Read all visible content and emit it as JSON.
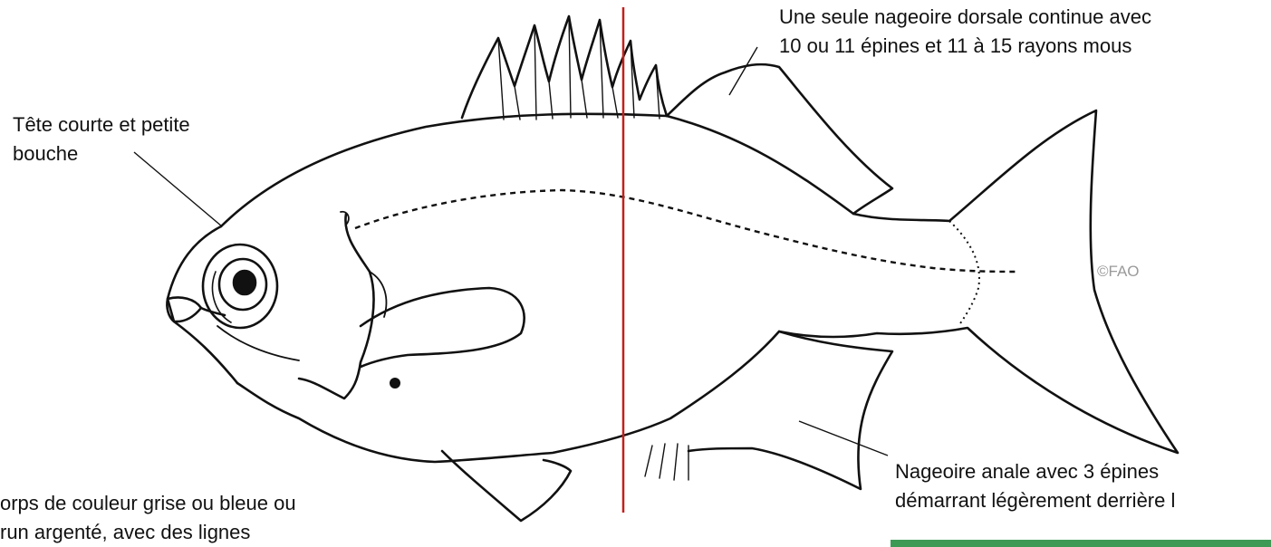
{
  "labels": {
    "head": [
      "Tête courte et petite",
      "bouche"
    ],
    "dorsal": [
      "Une seule nageoire dorsale continue avec",
      "10 ou 11 épines et 11 à 15 rayons mous"
    ],
    "anal": [
      "Nageoire anale avec 3 épines",
      "démarrant légèrement derrière l"
    ],
    "body": [
      "orps de couleur grise ou bleue ou",
      "run argenté, avec des lignes"
    ]
  },
  "credit": "©FAO",
  "colors": {
    "outline": "#111111",
    "divider": "#c0201c",
    "text": "#111111",
    "credit": "#9a9a9a",
    "strip": "#3c9a54"
  }
}
